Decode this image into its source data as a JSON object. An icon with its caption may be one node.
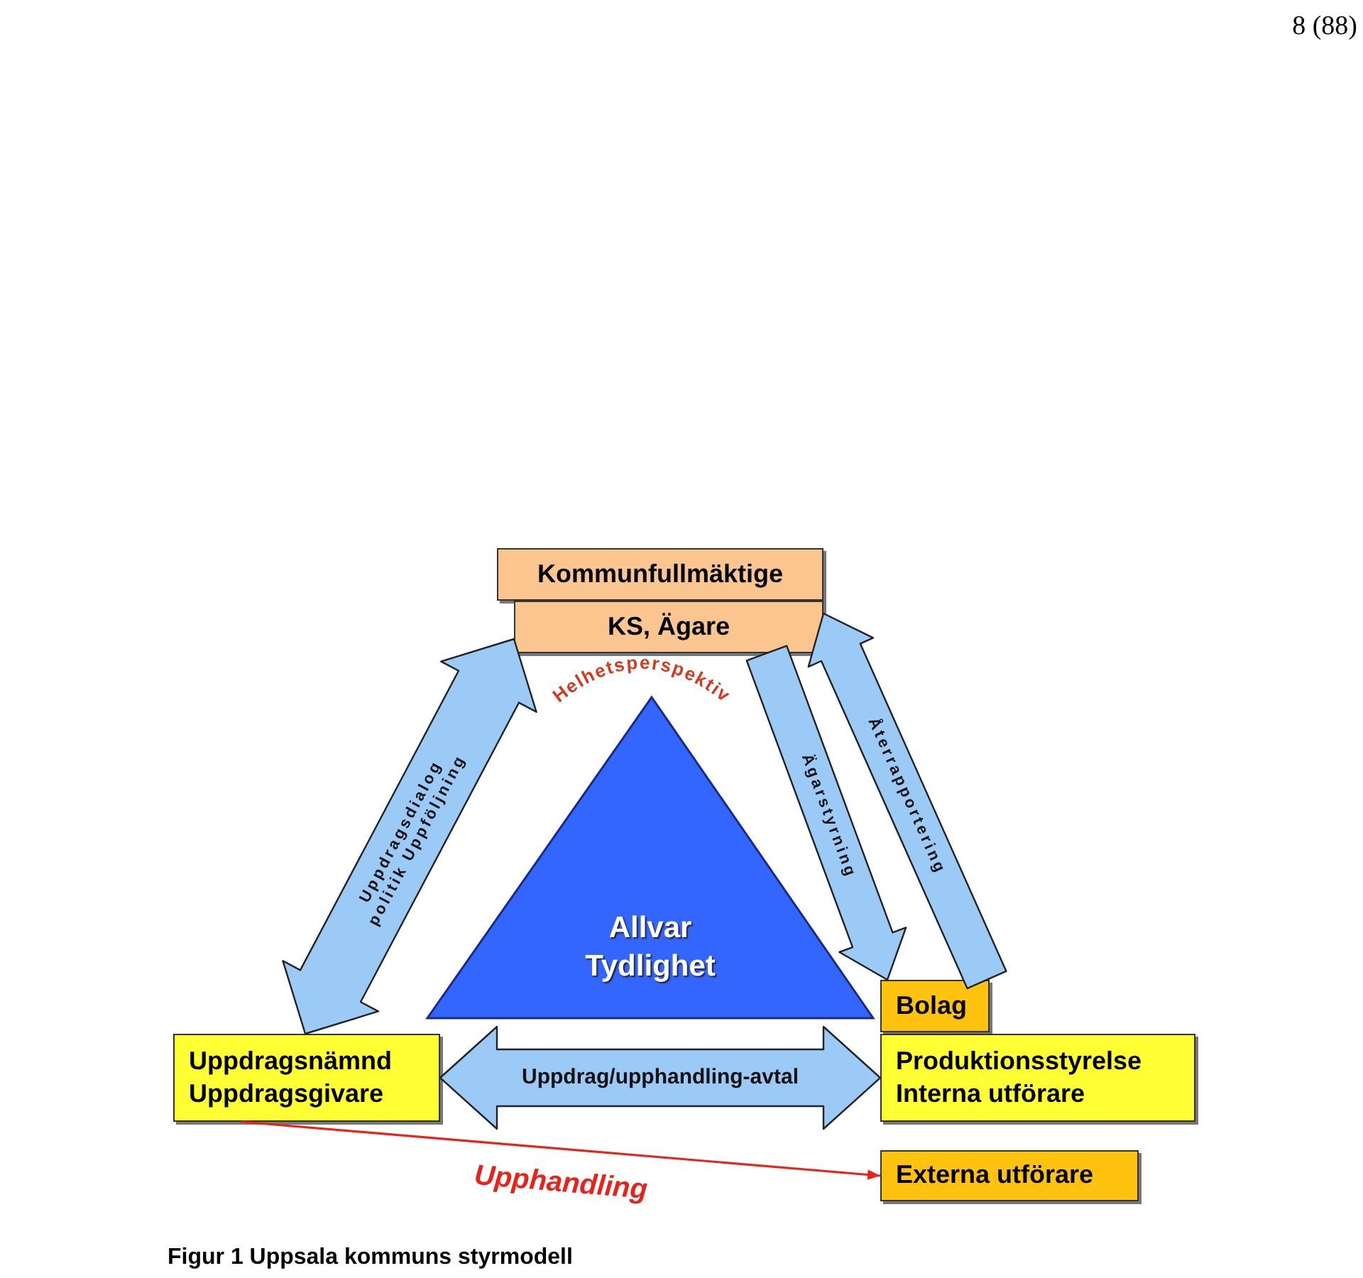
{
  "diagram": {
    "caption": "Figur 1 Uppsala kommuns styrmodell",
    "nodes": [
      {
        "text": [
          "Kommunfullmäktige"
        ]
      },
      {
        "text": [
          "KS, Ägare"
        ]
      },
      {
        "text": [
          "Allvar Tydlighet"
        ]
      },
      {
        "text": [
          "Uppdragsnämnd",
          "Uppdragsgivare"
        ]
      },
      {
        "text": [
          "Bolag"
        ]
      },
      {
        "text": [
          "Produktionsstyrelse",
          "Interna utförare"
        ]
      },
      {
        "text": [
          "Externa utförare"
        ]
      }
    ],
    "edges": [
      {
        "from": 3,
        "to": 1,
        "arrow": "both",
        "label": "Uppdragsdialog politik Uppföljning",
        "style": "thick"
      },
      {
        "from": 1,
        "to": 4,
        "arrow": "to",
        "label": "Ägarstyrning",
        "style": "thick"
      },
      {
        "from": 4,
        "to": 1,
        "arrow": "to",
        "label": "Återrapportering",
        "style": "thick"
      },
      {
        "from": 3,
        "to": 5,
        "arrow": "both",
        "label": "Uppdrag/upphandling-avtal",
        "style": "thick"
      },
      {
        "from": 3,
        "to": 6,
        "arrow": "to",
        "label": "Upphandling",
        "color": "#e8231c"
      }
    ],
    "labels": [
      "8 (88)",
      "Helhetsperspektiv"
    ]
  }
}
